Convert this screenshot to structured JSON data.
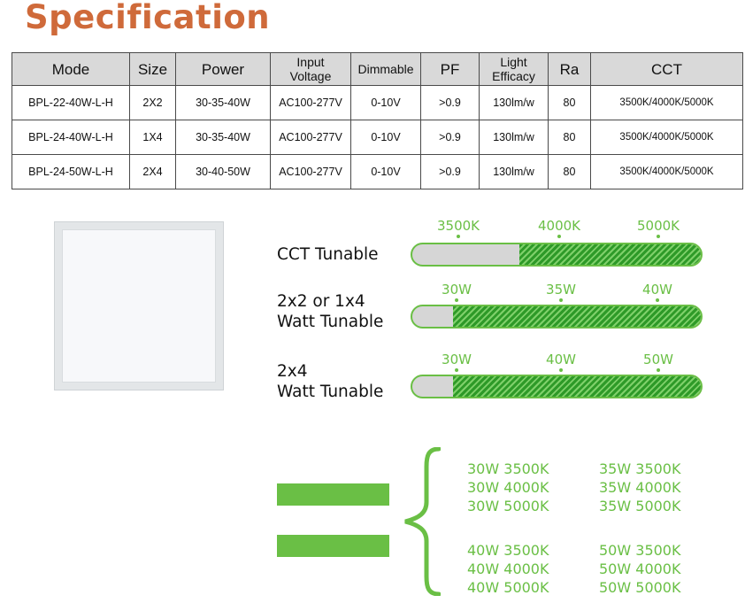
{
  "title": "Specification",
  "table": {
    "headers": [
      "Mode",
      "Size",
      "Power",
      "Input\nVoltage",
      "Dimmable",
      "PF",
      "Light\nEfficacy",
      "Ra",
      "CCT"
    ],
    "rows": [
      [
        "BPL-22-40W-L-H",
        "2X2",
        "30-35-40W",
        "AC100-277V",
        "0-10V",
        ">0.9",
        "130lm/w",
        "80",
        "3500K/4000K/5000K"
      ],
      [
        "BPL-24-40W-L-H",
        "1X4",
        "30-35-40W",
        "AC100-277V",
        "0-10V",
        ">0.9",
        "130lm/w",
        "80",
        "3500K/4000K/5000K"
      ],
      [
        "BPL-24-50W-L-H",
        "2X4",
        "30-40-50W",
        "AC100-277V",
        "0-10V",
        ">0.9",
        "130lm/w",
        "80",
        "3500K/4000K/5000K"
      ]
    ]
  },
  "tunables": [
    {
      "label_lines": [
        "CCT Tunable"
      ],
      "ticks": [
        "3500K",
        "4000K",
        "5000K"
      ],
      "fill_fraction": 0.63
    },
    {
      "label_lines": [
        "2x2 or 1x4",
        "Watt Tunable"
      ],
      "ticks": [
        "30W",
        "35W",
        "40W"
      ],
      "fill_fraction": 0.86
    },
    {
      "label_lines": [
        "2x4",
        "Watt Tunable"
      ],
      "ticks": [
        "30W",
        "40W",
        "50W"
      ],
      "fill_fraction": 0.86
    }
  ],
  "combinations": {
    "group_1": {
      "left": [
        "30W 3500K",
        "30W 4000K",
        "30W 5000K"
      ],
      "right": [
        "35W 3500K",
        "35W 4000K",
        "35W 5000K"
      ]
    },
    "group_2": {
      "left": [
        "40W 3500K",
        "40W 4000K",
        "40W 5000K"
      ],
      "right": [
        "50W 3500K",
        "50W 4000K",
        "50W 5000K"
      ]
    }
  },
  "colors": {
    "title": "#cf6a3a",
    "accent_green": "#6abf45",
    "header_gray": "#d9d9d9",
    "bar_gray": "#d6d6d6"
  }
}
